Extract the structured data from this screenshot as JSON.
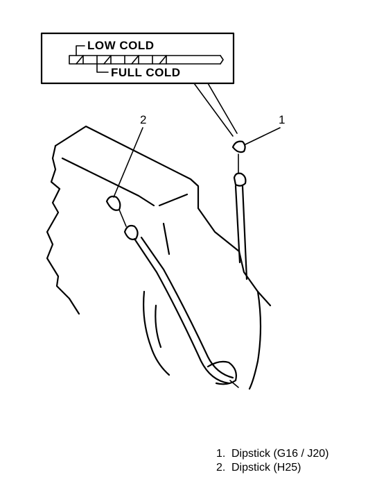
{
  "gauge": {
    "low_label": "LOW COLD",
    "full_label": "FULL COLD"
  },
  "callouts": [
    "1",
    "2"
  ],
  "legend": [
    {
      "number": "1.",
      "text": "Dipstick (G16 / J20)"
    },
    {
      "number": "2.",
      "text": "Dipstick (H25)"
    }
  ]
}
